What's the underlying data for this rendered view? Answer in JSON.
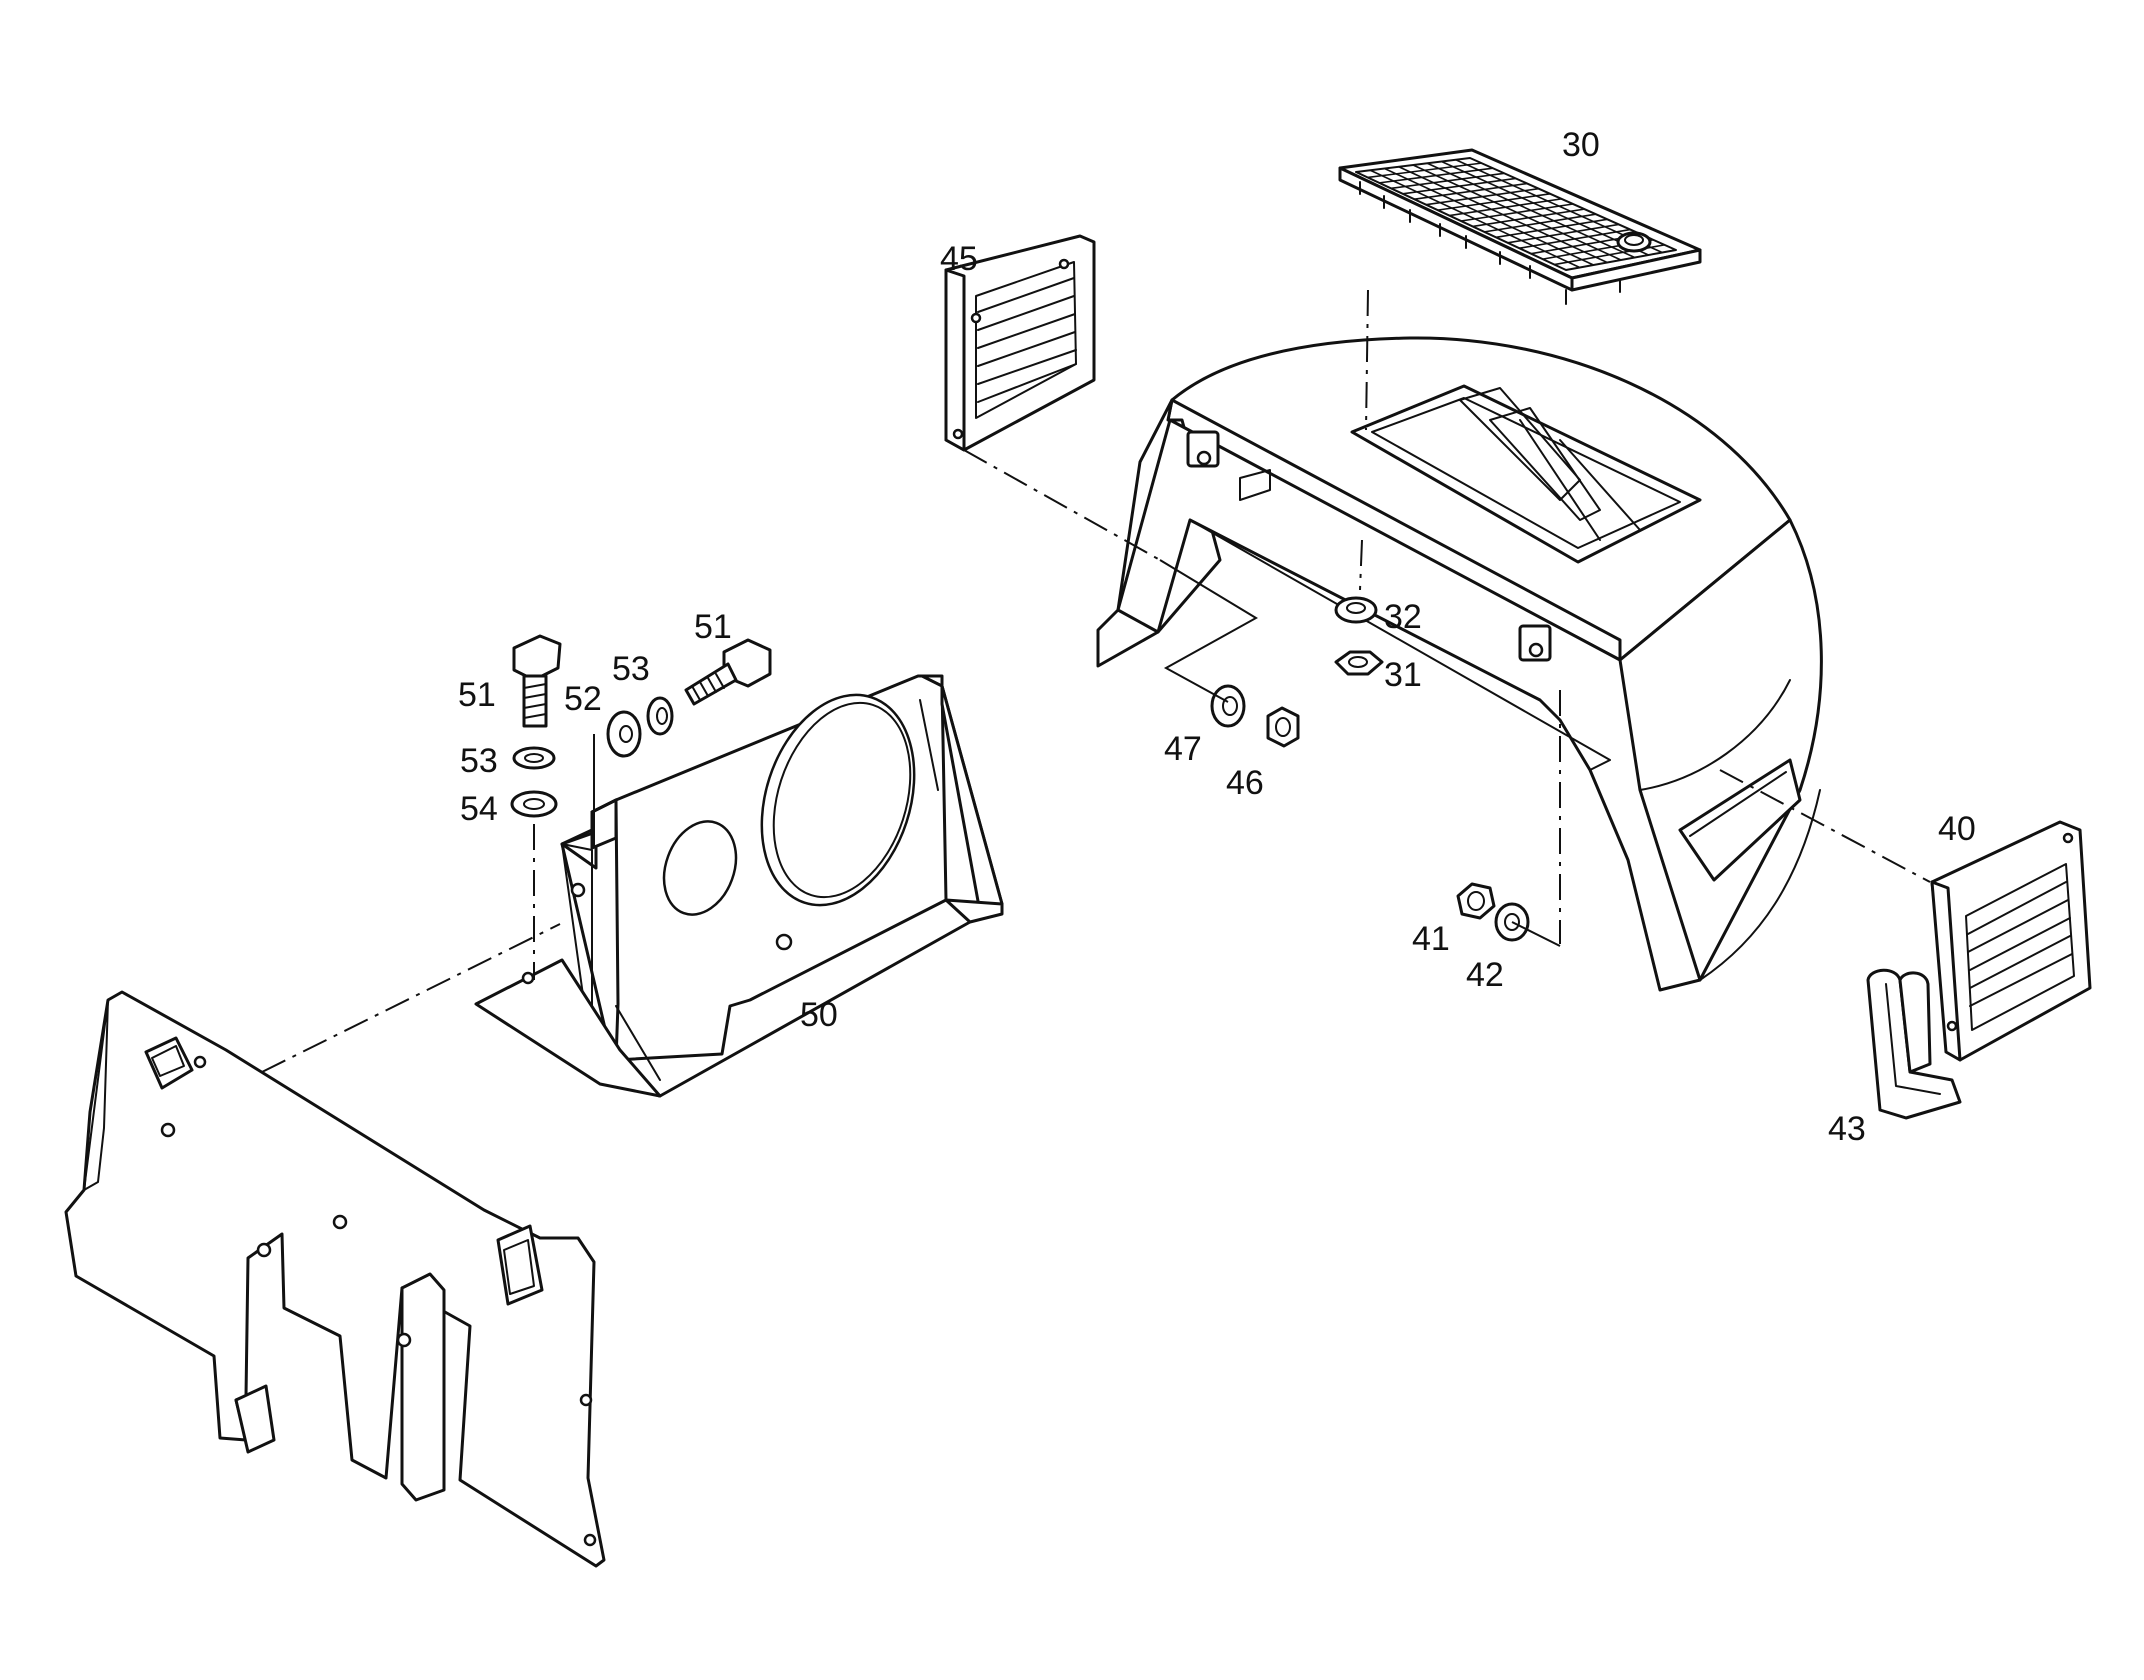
{
  "callouts": {
    "p30": "30",
    "p31": "31",
    "p32": "32",
    "p40": "40",
    "p41": "41",
    "p42": "42",
    "p43": "43",
    "p45": "45",
    "p46": "46",
    "p47": "47",
    "p50": "50",
    "p51a": "51",
    "p51b": "51",
    "p52": "52",
    "p53a": "53",
    "p53b": "53",
    "p54": "54"
  },
  "colors": {
    "line": "#111111",
    "background": "#ffffff"
  }
}
